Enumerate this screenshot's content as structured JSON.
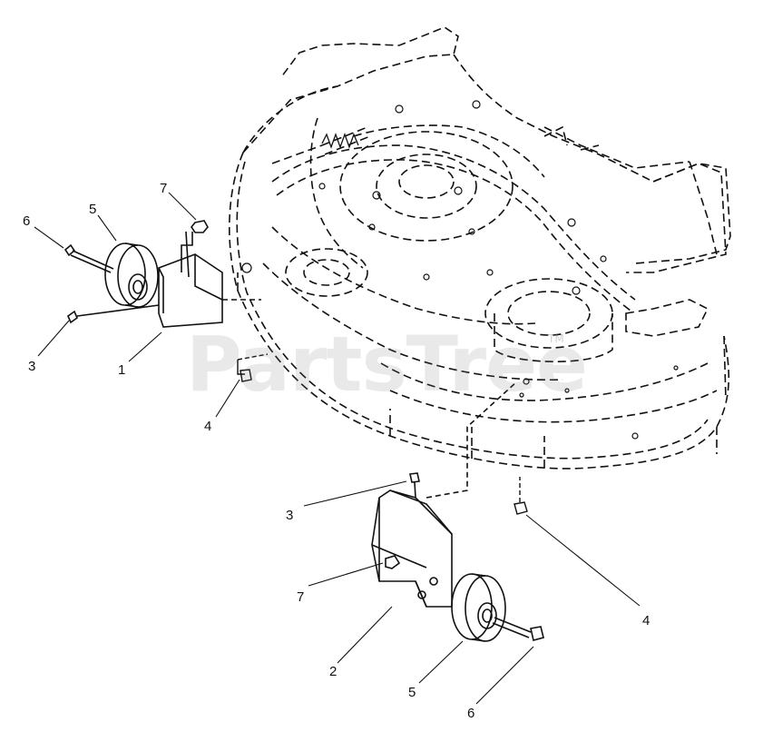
{
  "callouts": [
    "6",
    "5",
    "7",
    "3",
    "1",
    "4",
    "3",
    "7",
    "2",
    "5",
    "6",
    "4"
  ],
  "watermark": {
    "text": "PartsTree",
    "trademark": "TM"
  },
  "colors": {
    "line": "#111111",
    "watermark": "#9a9a9a"
  }
}
